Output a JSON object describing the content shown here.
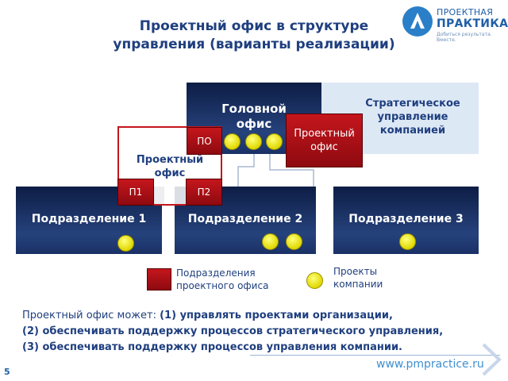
{
  "title_line1": "Проектный офис в структуре",
  "title_line2": "управления (варианты реализации)",
  "logo": {
    "line1": "ПРОЕКТНАЯ",
    "line2": "ПРАКТИКА",
    "tagline": "Добиться результата. Вместе."
  },
  "boxes": {
    "head_office_line1": "Головной",
    "head_office_line2": "офис",
    "strategic_line1": "Стратегическое",
    "strategic_line2": "управление",
    "strategic_line3": "компанией",
    "pmo_line1": "Проектный",
    "pmo_line2": "офис",
    "pmo_frame_line1": "Проектный",
    "pmo_frame_line2": "офис",
    "po_tag": "ПО",
    "p1_tag": "П1",
    "p2_tag": "П2",
    "division1": "Подразделение 1",
    "division2": "Подразделение 2",
    "division3": "Подразделение 3"
  },
  "legend": {
    "red_line1": "Подразделения",
    "red_line2": "проектного офиса",
    "yellow_line1": "Проекты",
    "yellow_line2": "компании"
  },
  "bottom": {
    "line1_prefix": "Проектный офис может: ",
    "line1_bold": "(1) управлять проектами организации,",
    "line2": "(2) обеспечивать поддержку процессов стратегического управления,",
    "line3": "(3) обеспечивать поддержку процессов управления компании."
  },
  "footer": {
    "page_number": "5",
    "url": "www.pmpractice.ru"
  },
  "colors": {
    "title": "#1f3f7f",
    "dark_box": "#1a3166",
    "red": "#c4161c",
    "project_dot": "#e0d800",
    "strategic_bg": "#dde8f5"
  }
}
